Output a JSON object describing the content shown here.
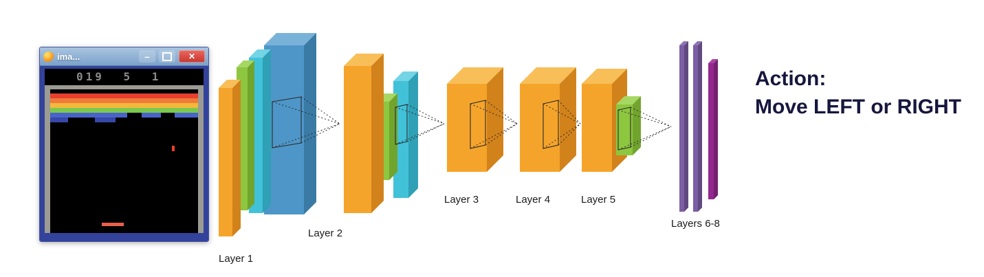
{
  "window": {
    "title": "ima...",
    "minimize_glyph": "–",
    "close_glyph": "✕"
  },
  "game": {
    "score": "019 5 1",
    "brick_rows": [
      {
        "color": "#e8402e",
        "segments": [
          [
            0,
            100
          ]
        ]
      },
      {
        "color": "#f07a3a",
        "segments": [
          [
            0,
            100
          ]
        ]
      },
      {
        "color": "#f2b93c",
        "segments": [
          [
            0,
            100
          ]
        ]
      },
      {
        "color": "#7cc84e",
        "segments": [
          [
            0,
            100
          ]
        ]
      },
      {
        "color": "#4a63c8",
        "segments": [
          [
            0,
            52
          ],
          [
            62,
            75
          ],
          [
            84,
            100
          ]
        ]
      },
      {
        "color": "#3648a8",
        "segments": [
          [
            0,
            12
          ],
          [
            30,
            44
          ]
        ]
      }
    ]
  },
  "diagram": {
    "layers": [
      {
        "label": "Layer 1"
      },
      {
        "label": "Layer 2"
      },
      {
        "label": "Layer 3"
      },
      {
        "label": "Layer 4"
      },
      {
        "label": "Layer 5"
      },
      {
        "label": "Layers 6-8"
      }
    ]
  },
  "action": {
    "line1": "Action:",
    "line2": "Move LEFT or RIGHT"
  },
  "colors": {
    "orange_front": "#F5A42B",
    "orange_side": "#D2821A",
    "orange_top": "#F8BE58",
    "blue_front": "#4E96C8",
    "blue_side": "#3A7BA6",
    "blue_top": "#79B2D9",
    "cyan_front": "#41C2D9",
    "cyan_side": "#2FA0B5",
    "cyan_top": "#72D4E5",
    "green_front": "#8DC63F",
    "green_side": "#71A42D",
    "green_top": "#A7D763",
    "purple_front": "#7B5EA4",
    "purple_side": "#61487F",
    "purple_top": "#9075B5",
    "magenta_front": "#94288E",
    "magenta_side": "#751F70",
    "magenta_top": "#A943A3",
    "frustum_line": "#2b2b2b",
    "label_text": "#1a1a1a",
    "action_text": "#16163E",
    "titlebar_top": "#A9C4E0",
    "titlebar_bottom": "#7CA3CB",
    "close_button": "#D94A43",
    "window_frame": "#33429B",
    "wall_gray": "#9B9B93",
    "score_gray": "#8B8B8B",
    "ball_red": "#E8402E",
    "paddle_red": "#E8604A"
  }
}
